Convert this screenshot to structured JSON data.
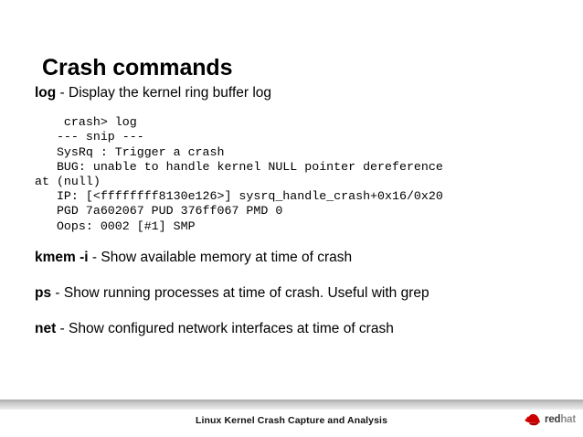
{
  "slide": {
    "title": "Crash commands",
    "commands": [
      {
        "name": "log",
        "description": " - Display the kernel ring buffer log"
      },
      {
        "name": "kmem -i",
        "description": " - Show available memory at time of crash"
      },
      {
        "name": "ps",
        "description": " - Show running processes at time of crash. Useful with grep"
      },
      {
        "name": "net",
        "description": " - Show configured network interfaces at time of crash"
      }
    ],
    "console": {
      "lines": [
        "    crash> log",
        "   --- snip ---",
        "   SysRq : Trigger a crash",
        "   BUG: unable to handle kernel NULL pointer dereference",
        "at (null)",
        "   IP: [<ffffffff8130e126>] sysrq_handle_crash+0x16/0x20",
        "   PGD 7a602067 PUD 376ff067 PMD 0",
        "   Oops: 0002 [#1] SMP"
      ],
      "text": "    crash> log\n   --- snip ---\n   SysRq : Trigger a crash\n   BUG: unable to handle kernel NULL pointer dereference\nat (null)\n   IP: [<ffffffff8130e126>] sysrq_handle_crash+0x16/0x20\n   PGD 7a602067 PUD 376ff067 PMD 0\n   Oops: 0002 [#1] SMP"
    }
  },
  "footer": {
    "text": "Linux Kernel Crash Capture and Analysis",
    "brand": {
      "red_word": "red",
      "hat_word": "hat",
      "logo_color": "#cc0000",
      "icon": "redhat-shadowman-icon"
    }
  }
}
